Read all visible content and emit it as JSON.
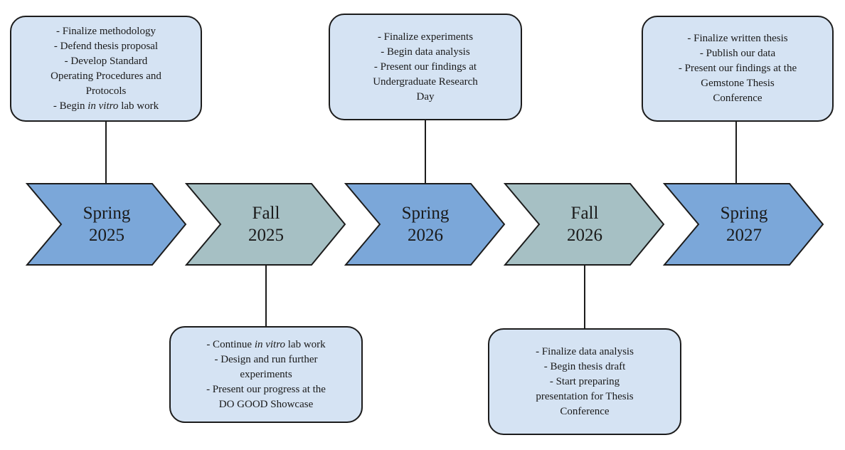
{
  "chevrons": [
    {
      "season": "Spring",
      "year": "2025",
      "color": "#7ba7d9"
    },
    {
      "season": "Fall",
      "year": "2025",
      "color": "#a6c0c4"
    },
    {
      "season": "Spring",
      "year": "2026",
      "color": "#7ba7d9"
    },
    {
      "season": "Fall",
      "year": "2026",
      "color": "#a6c0c4"
    },
    {
      "season": "Spring",
      "year": "2027",
      "color": "#7ba7d9"
    }
  ],
  "boxes": {
    "spring2025": {
      "lines": [
        {
          "pre": "- Finalize methodology"
        },
        {
          "pre": "- Defend thesis proposal"
        },
        {
          "pre": "- Develop Standard"
        },
        {
          "pre": "Operating Procedures and"
        },
        {
          "pre": "Protocols"
        },
        {
          "pre": "- Begin ",
          "em": "in vitro",
          "post": " lab work"
        }
      ]
    },
    "fall2025": {
      "lines": [
        {
          "pre": "- Continue ",
          "em": "in vitro",
          "post": " lab work"
        },
        {
          "pre": "- Design and run further"
        },
        {
          "pre": "experiments"
        },
        {
          "pre": "- Present our progress at the"
        },
        {
          "pre": "DO GOOD Showcase"
        }
      ]
    },
    "spring2026": {
      "lines": [
        {
          "pre": "- Finalize experiments"
        },
        {
          "pre": "- Begin data analysis"
        },
        {
          "pre": "- Present our findings at"
        },
        {
          "pre": "Undergraduate Research"
        },
        {
          "pre": "Day"
        }
      ]
    },
    "fall2026": {
      "lines": [
        {
          "pre": "- Finalize data analysis"
        },
        {
          "pre": "- Begin thesis draft"
        },
        {
          "pre": "- Start preparing"
        },
        {
          "pre": "presentation for Thesis"
        },
        {
          "pre": "Conference"
        }
      ]
    },
    "spring2027": {
      "lines": [
        {
          "pre": "- Finalize written thesis"
        },
        {
          "pre": "- Publish our data"
        },
        {
          "pre": "- Present our findings at the"
        },
        {
          "pre": "Gemstone Thesis"
        },
        {
          "pre": "Conference"
        }
      ]
    }
  }
}
